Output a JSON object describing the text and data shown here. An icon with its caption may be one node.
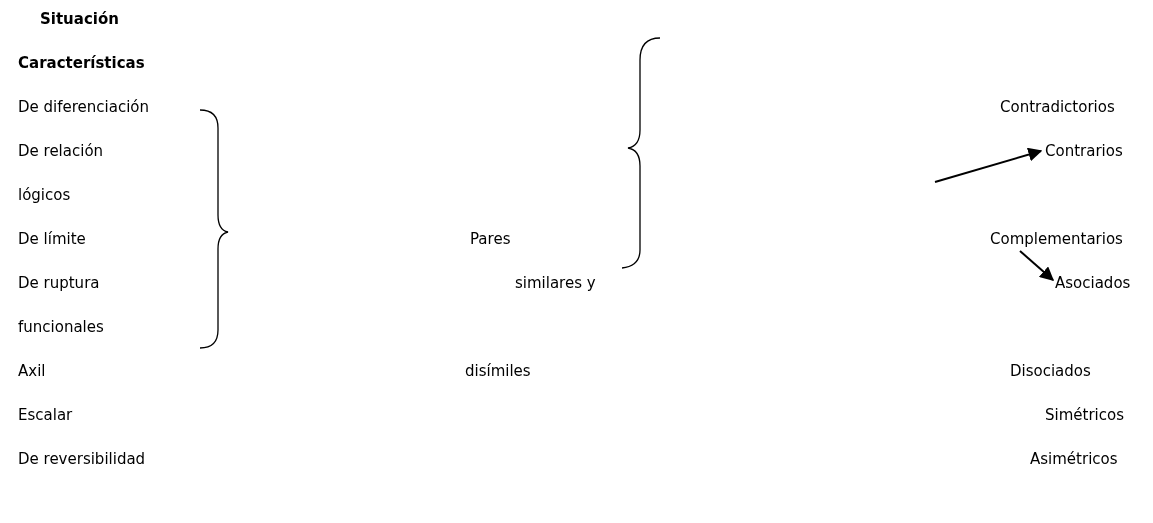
{
  "diagram": {
    "nodes": [
      {
        "text": [
          "Contrarios"
        ]
      },
      {
        "text": [
          "Complementarios"
        ]
      },
      {
        "text": [
          "Asociados"
        ]
      }
    ],
    "edges": [
      {
        "from": null,
        "to": 0,
        "arrow": "to"
      },
      {
        "from": 1,
        "to": 2,
        "arrow": "to"
      }
    ],
    "labels": [
      "Situación",
      "Características",
      "De diferenciación",
      "Contradictorios",
      "De relación",
      "lógicos",
      "De límite",
      "Pares",
      "De ruptura",
      "similares y",
      "funcionales",
      "Axil",
      "disímiles",
      "Disociados",
      "Escalar",
      "Simétricos",
      "De reversibilidad",
      "Asimétricos"
    ]
  }
}
